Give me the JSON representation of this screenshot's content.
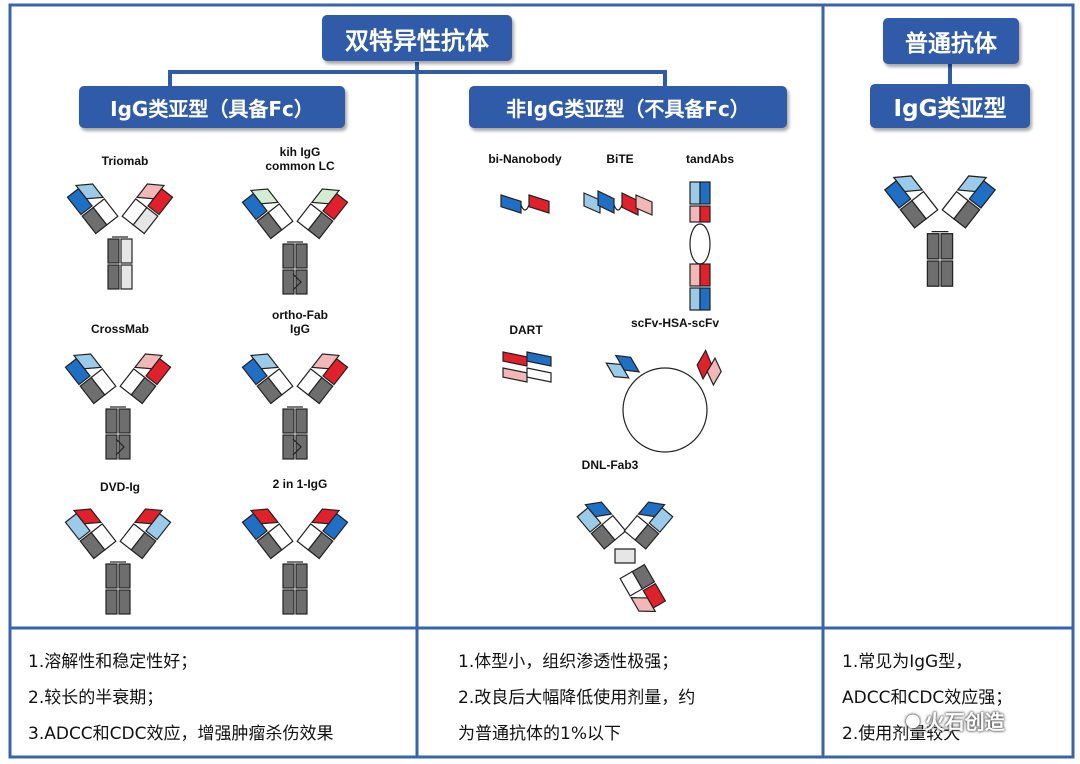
{
  "headers": {
    "bispecific": "双特异性抗体",
    "igg_like": "IgG类亚型（具备Fc）",
    "non_igg": "非IgG类亚型（不具备Fc）",
    "normal": "普通抗体",
    "normal_igg": "IgG类亚型"
  },
  "molecules": {
    "triomab": "Triomab",
    "kih": "kih IgG\ncommon LC",
    "crossmab": "CrossMab",
    "ortho": "ortho-Fab\nIgG",
    "dvd": "DVD-Ig",
    "two_in_one": "2 in 1-IgG",
    "bi_nanobody": "bi-Nanobody",
    "bite": "BiTE",
    "tandabs": "tandAbs",
    "dart": "DART",
    "scfv_hsa": "scFv-HSA-scFv",
    "dnl": "DNL-Fab3"
  },
  "descriptions": {
    "left": [
      "1.溶解性和稳定性好；",
      "2.较长的半衰期；",
      "3.ADCC和CDC效应，增强肿瘤杀伤效果"
    ],
    "middle": [
      "1.体型小，组织渗透性极强；",
      "2.改良后大幅降低使用剂量，约",
      "为普通抗体的1%以下"
    ],
    "right": [
      "1.常见为IgG型，",
      "ADCC和CDC效应强；",
      "2.使用剂量较大"
    ]
  },
  "watermark": "火石创造",
  "colors": {
    "frame": "#3a63ad",
    "label": "#2f5ba8",
    "blue": "#1f6fc5",
    "light_blue": "#9ccbe9",
    "red": "#e0202a",
    "pink": "#f2b7b7",
    "light_green": "#d6ecd2",
    "gray": "#6e6e6e",
    "light_gray": "#e6e6e6"
  }
}
